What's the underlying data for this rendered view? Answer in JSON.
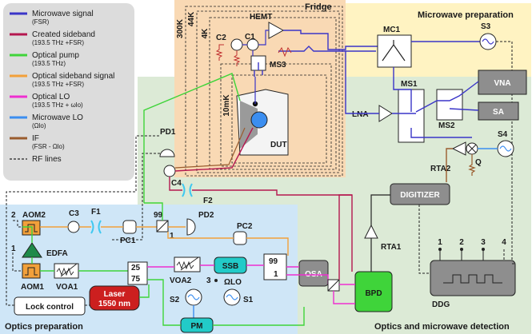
{
  "regions": {
    "fridge": "Fridge",
    "microwave_prep": "Microwave preparation",
    "optics_prep": "Optics preparation",
    "detection": "Optics and microwave detection"
  },
  "stages": {
    "t300k": "300K",
    "t44k": "44K",
    "t4k": "4K",
    "t10mk": "10mK"
  },
  "legend": [
    {
      "label": "Microwave signal",
      "sub": "(FSR)",
      "color": "#3a35c8"
    },
    {
      "label": "Created sideband",
      "sub": "(193.5 THz +FSR)",
      "color": "#b5174f"
    },
    {
      "label": "Optical pump",
      "sub": "(193.5 THz)",
      "color": "#3fd43a"
    },
    {
      "label": "Optical sideband signal",
      "sub": "(193.5 THz +FSR)",
      "color": "#f2a03a"
    },
    {
      "label": "Optical LO",
      "sub": "(193.5 THz + ωlo)",
      "color": "#ee2fd0"
    },
    {
      "label": "Microwave LO",
      "sub": "(Ωlo)",
      "color": "#3b8ef0"
    },
    {
      "label": "IF",
      "sub": "(FSR - Ωlo)",
      "color": "#9a5c2e"
    },
    {
      "label": "RF lines",
      "sub": "",
      "color": "#222222"
    }
  ],
  "components": {
    "hemt": "HEMT",
    "c1": "C1",
    "c2": "C2",
    "ms3": "MS3",
    "dut": "DUT",
    "mc1": "MC1",
    "s3": "S3",
    "vna": "VNA",
    "sa": "SA",
    "ms1": "MS1",
    "ms2": "MS2",
    "lna": "LNA",
    "s4": "S4",
    "q": "Q",
    "rta2": "RTA2",
    "digitizer": "DIGITIZER",
    "rta1": "RTA1",
    "bpd": "BPD",
    "ddg": "DDG",
    "osa": "OSA",
    "pd1": "PD1",
    "pd2": "PD2",
    "c4": "C4",
    "f2": "F2",
    "aom2": "AOM2",
    "c3": "C3",
    "f1": "F1",
    "pc1": "PC1",
    "pc2": "PC2",
    "edfa": "EDFA",
    "aom1": "AOM1",
    "voa1": "VOA1",
    "voa2": "VOA2",
    "ssb": "SSB",
    "omega_lo": "ΩLO",
    "s1": "S1",
    "s2": "S2",
    "pm": "PM",
    "laser_line1": "Laser",
    "laser_line2": "1550 nm",
    "lock_control": "Lock control"
  },
  "ports": {
    "split_99_a": "99",
    "split_1_a": "1",
    "split_25": "25",
    "split_75": "75",
    "split_99_b": "99",
    "split_1_b": "1",
    "ddg_1": "1",
    "ddg_2": "2",
    "ddg_3": "3",
    "ddg_4": "4",
    "aom2_port": "2",
    "aom1_port": "1",
    "ssb_port": "3"
  },
  "colors": {
    "microwave": "#3a35c8",
    "sideband": "#b5174f",
    "pump": "#3fd43a",
    "optical_sideband": "#f2a03a",
    "optical_lo": "#ee2fd0",
    "microwave_lo": "#3b8ef0",
    "if": "#9a5c2e",
    "rf": "#222222",
    "fridge_bg": "#f9d9b4",
    "microwave_bg": "#fff3c2",
    "optics_bg": "#cfe6f7",
    "detection_bg": "#dcead6",
    "legend_bg": "#dcdcdc",
    "laser": "#cc1f1f",
    "edfa": "#1f8a4a",
    "ssb": "#22cbc8",
    "pm": "#22cbc8",
    "box_gray": "#8e8e8e"
  }
}
